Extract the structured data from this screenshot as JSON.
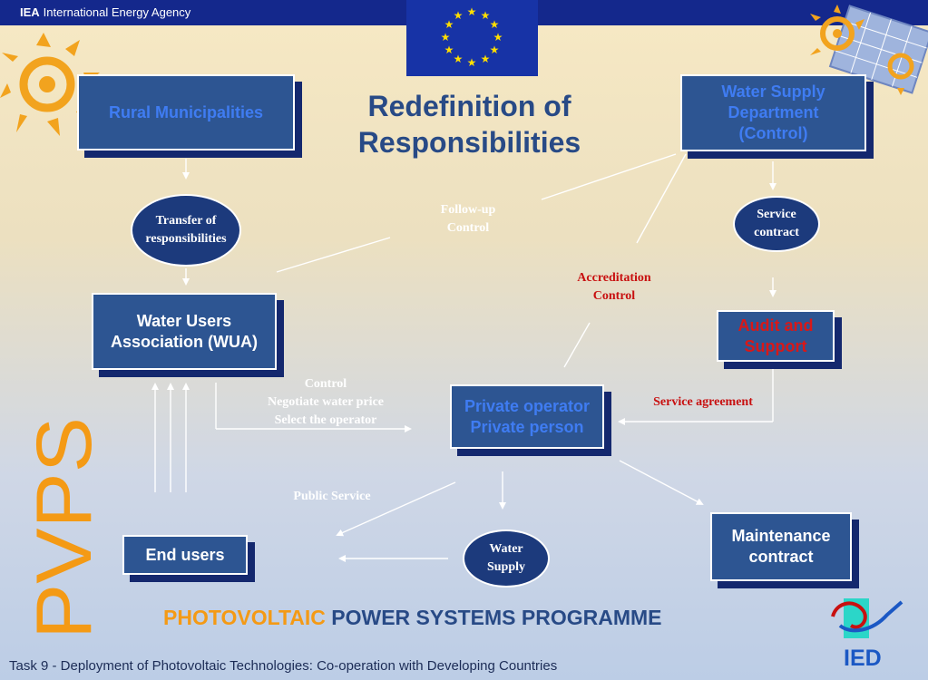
{
  "header": {
    "org_short": "IEA",
    "org_name": "International Energy Agency"
  },
  "title": {
    "line1": "Redefinition of",
    "line2": "Responsibilities"
  },
  "side_logo": "PVPS",
  "programme": {
    "part1": "PHOTOVOLTAIC",
    "part2": "POWER SYSTEMS PROGRAMME"
  },
  "footer": "Task 9 - Deployment of Photovoltaic Technologies: Co-operation with Developing Countries",
  "ied_logo": "IED",
  "nodes": {
    "rural_municipalities": "Rural Municipalities",
    "water_supply_department": {
      "line1": "Water Supply",
      "line2": "Department",
      "line3": "(Control)"
    },
    "wua": {
      "line1": "Water Users",
      "line2": "Association (WUA)"
    },
    "private_operator": {
      "line1": "Private operator",
      "line2": "Private person"
    },
    "audit_support": {
      "line1": "Audit and",
      "line2": "Support"
    },
    "end_users": "End users",
    "maintenance_contract": {
      "line1": "Maintenance",
      "line2": "contract"
    },
    "transfer": {
      "line1": "Transfer of",
      "line2": "responsibilities"
    },
    "service_contract": {
      "line1": "Service",
      "line2": "contract"
    },
    "water_supply": {
      "line1": "Water",
      "line2": "Supply"
    }
  },
  "labels": {
    "followup": {
      "line1": "Follow-up",
      "line2": "Control"
    },
    "accreditation": {
      "line1": "Accreditation",
      "line2": "Control"
    },
    "wua_actions": {
      "line1": "Control",
      "line2": "Negotiate water price",
      "line3": "Select the operator"
    },
    "service_agreement": "Service agreement",
    "public_service": "Public Service"
  },
  "colors": {
    "box_fill": "#2d5592",
    "box_shadow": "#14286e",
    "title": "#284a86",
    "accent_orange": "#f49a15",
    "red_text": "#d81818",
    "blue_text": "#3f7cf2",
    "header_bar": "#14288c"
  }
}
